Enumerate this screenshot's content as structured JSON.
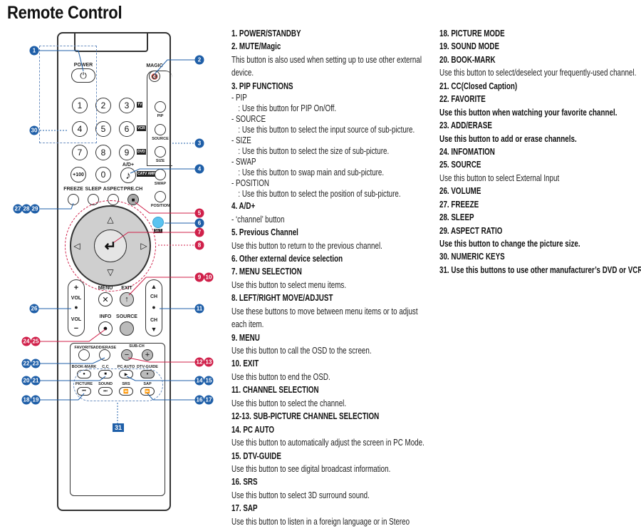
{
  "title": "Remote Control",
  "middle_column": [
    {
      "text": "1. POWER/STANDBY",
      "bold": true
    },
    {
      "text": "2. MUTE/Magic",
      "bold": true
    },
    {
      "text": "This button is also used when setting up to use other external",
      "bold": false
    },
    {
      "text": "device.",
      "bold": false
    },
    {
      "text": "3. PIP FUNCTIONS",
      "bold": true
    },
    {
      "text": "- PIP",
      "bold": false,
      "sub": true
    },
    {
      "text": ": Use this button for PIP On/Off.",
      "bold": false,
      "sub": true,
      "ind": true
    },
    {
      "text": "- SOURCE",
      "bold": false,
      "sub": true
    },
    {
      "text": ": Use this button to select the input source of sub-picture.",
      "bold": false,
      "sub": true,
      "ind": true
    },
    {
      "text": "- SIZE",
      "bold": false,
      "sub": true
    },
    {
      "text": ": Use this button to select the size of sub-picture.",
      "bold": false,
      "sub": true,
      "ind": true
    },
    {
      "text": "- SWAP",
      "bold": false,
      "sub": true
    },
    {
      "text": ": Use this button to swap main and sub-picture.",
      "bold": false,
      "sub": true,
      "ind": true
    },
    {
      "text": "- POSITION",
      "bold": false,
      "sub": true
    },
    {
      "text": ": Use this button to select the position of sub-picture.",
      "bold": false,
      "sub": true,
      "ind": true
    },
    {
      "text": "4. A/D+",
      "bold": true
    },
    {
      "text": "-  ‘channel’ button",
      "bold": false
    },
    {
      "text": "5. Previous Channel",
      "bold": true
    },
    {
      "text": "Use this button to return to the previous channel.",
      "bold": false
    },
    {
      "text": "6. Other external device selection",
      "bold": true
    },
    {
      "text": "7. MENU SELECTION",
      "bold": true
    },
    {
      "text": "Use this button to select menu items.",
      "bold": false
    },
    {
      "text": "8. LEFT/RIGHT MOVE/ADJUST",
      "bold": true
    },
    {
      "text": "Use these buttons to move between menu items or to adjust",
      "bold": false
    },
    {
      "text": "each item.",
      "bold": false
    },
    {
      "text": "9. MENU",
      "bold": true
    },
    {
      "text": "Use this button to call the OSD to the screen.",
      "bold": false
    },
    {
      "text": "10. EXIT",
      "bold": true
    },
    {
      "text": "Use this button to end the OSD.",
      "bold": false
    },
    {
      "text": "11. CHANNEL SELECTION",
      "bold": true
    },
    {
      "text": "Use this button to select the channel.",
      "bold": false
    },
    {
      "text": "12-13. SUB-PICTURE CHANNEL SELECTION",
      "bold": true
    },
    {
      "text": "14. PC AUTO",
      "bold": true
    },
    {
      "text": "Use this button to automatically adjust the screen in PC Mode.",
      "bold": false
    },
    {
      "text": "15. DTV-GUIDE",
      "bold": true
    },
    {
      "text": "Use this button to see digital broadcast information.",
      "bold": false
    },
    {
      "text": "16. SRS",
      "bold": true
    },
    {
      "text": "Use this button to select 3D surround sound.",
      "bold": false
    },
    {
      "text": "17. SAP",
      "bold": true
    },
    {
      "text": "Use this button to listen in a foreign language or in Stereo",
      "bold": false
    }
  ],
  "right_column": [
    {
      "text": "18. PICTURE MODE",
      "bold": true
    },
    {
      "text": "19. SOUND MODE",
      "bold": true
    },
    {
      "text": "20. BOOK-MARK",
      "bold": true
    },
    {
      "text": "Use this button to select/deselect your frequently-used channel.",
      "bold": false
    },
    {
      "text": "21. CC(Closed Caption)",
      "bold": true
    },
    {
      "text": "22. FAVORITE",
      "bold": true
    },
    {
      "text": "Use this button when watching your favorite channel.",
      "bold": true
    },
    {
      "text": "23. ADD/ERASE",
      "bold": true
    },
    {
      "text": "Use this button to add or erase channels.",
      "bold": true
    },
    {
      "text": "24. INFOMATION",
      "bold": true
    },
    {
      "text": "25. SOURCE",
      "bold": true
    },
    {
      "text": "Use this button to select External Input",
      "bold": false
    },
    {
      "text": "26. VOLUME",
      "bold": true
    },
    {
      "text": "27. FREEZE",
      "bold": true
    },
    {
      "text": "28. SLEEP",
      "bold": true
    },
    {
      "text": "29. ASPECT RATIO",
      "bold": true
    },
    {
      "text": "Use this button to change the picture size.",
      "bold": true
    },
    {
      "text": "30. NUMERIC KEYS",
      "bold": true
    },
    {
      "text": "31. Use this buttons to use other manufacturer’s DVD or VCR.",
      "bold": true
    }
  ],
  "remote": {
    "power": "POWER",
    "magic": "MAGIC",
    "keys": [
      "1",
      "2",
      "3",
      "4",
      "5",
      "6",
      "7",
      "8",
      "9",
      "+100",
      "0"
    ],
    "ad_plus": "A/D+",
    "pip": [
      "PIP",
      "SOURCE",
      "SIZE",
      "SWAP",
      "POSITION"
    ],
    "row": [
      "FREEZE",
      "SLEEP",
      "ASPECT",
      "PRE.CH"
    ],
    "set": "SET",
    "menu": "MENU",
    "exit": "EXIT",
    "info": "INFO",
    "source": "SOURCE",
    "vol": "VOL",
    "ch": "CH",
    "favorite": "FAVORITE",
    "add_erase": "ADD/ERASE",
    "sub_ch": "SUB-CH",
    "bottom1": [
      "BOOK-MARK",
      "C.C",
      "PC AUTO",
      "DTV-GUIDE"
    ],
    "bottom2": [
      "PICTURE",
      "SOUND",
      "SRS",
      "SAP"
    ],
    "tags": [
      "TV",
      "VCR",
      "DVD",
      "CATV AMP"
    ],
    "box31": "31"
  },
  "callouts": [
    "1",
    "2",
    "30",
    "3",
    "4",
    "27",
    "28",
    "29",
    "5",
    "6",
    "7",
    "8",
    "9",
    "10",
    "26",
    "11",
    "24",
    "25",
    "12",
    "13",
    "22",
    "23",
    "20",
    "21",
    "14",
    "15",
    "18",
    "19",
    "16",
    "17"
  ],
  "colors": {
    "callout_blue": "#1f5fa8",
    "callout_red": "#d0204a",
    "set_button": "#5bc3f0"
  }
}
